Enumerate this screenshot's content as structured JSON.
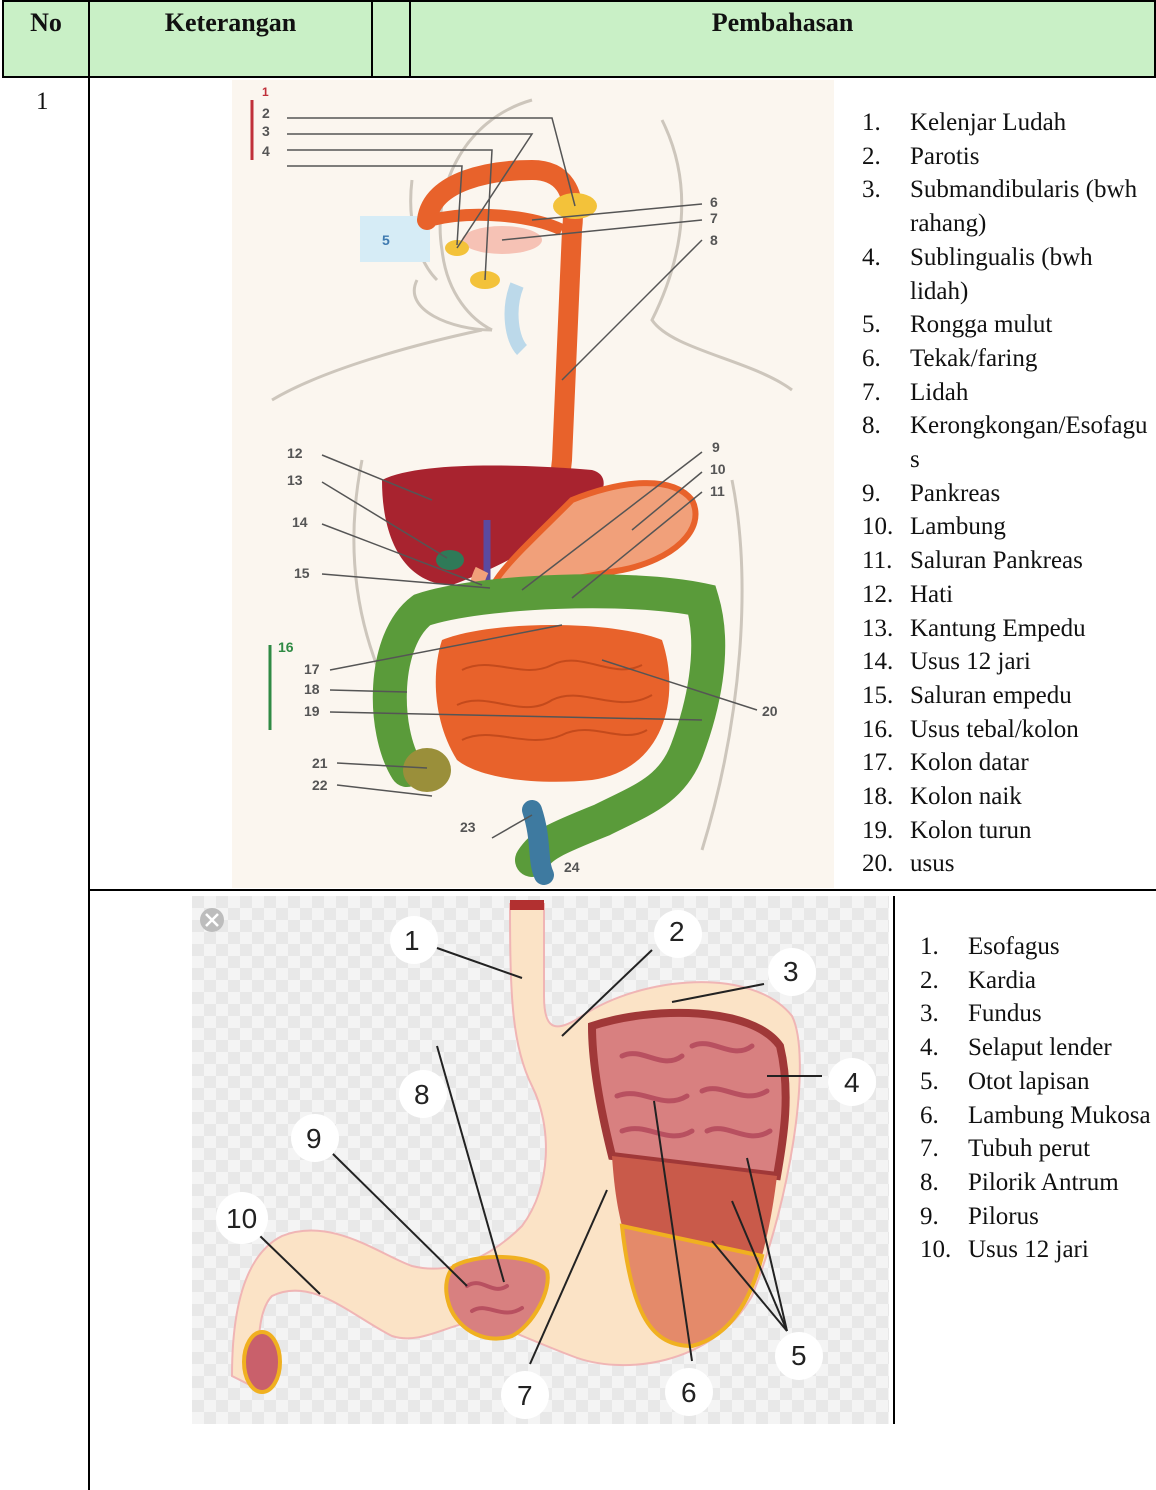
{
  "table": {
    "headers": {
      "no": "No",
      "keterangan": "Keterangan",
      "pembahasan": "Pembahasan"
    },
    "row1": {
      "no": "1",
      "figure_labels": [
        "1",
        "2",
        "3",
        "4",
        "5",
        "6",
        "7",
        "8",
        "9",
        "10",
        "11",
        "12",
        "13",
        "14",
        "15",
        "16",
        "17",
        "18",
        "19",
        "20",
        "21",
        "22",
        "23",
        "24"
      ],
      "items": [
        {
          "n": "1.",
          "t": "Kelenjar Ludah"
        },
        {
          "n": "2.",
          "t": "Parotis"
        },
        {
          "n": "3.",
          "t": "Submandibularis (bwh rahang)"
        },
        {
          "n": "4.",
          "t": "Sublingualis (bwh lidah)"
        },
        {
          "n": "5.",
          "t": "Rongga mulut"
        },
        {
          "n": "6.",
          "t": "Tekak/faring"
        },
        {
          "n": "7.",
          "t": "Lidah"
        },
        {
          "n": "8.",
          "t": "Kerongkongan/Esofagus"
        },
        {
          "n": "9.",
          "t": "Pankreas"
        },
        {
          "n": "10.",
          "t": "Lambung"
        },
        {
          "n": "11.",
          "t": "Saluran Pankreas"
        },
        {
          "n": "12.",
          "t": "Hati"
        },
        {
          "n": "13.",
          "t": "Kantung Empedu"
        },
        {
          "n": "14.",
          "t": "Usus 12 jari"
        },
        {
          "n": "15.",
          "t": "Saluran empedu"
        },
        {
          "n": "16.",
          "t": "Usus tebal/kolon"
        },
        {
          "n": "17.",
          "t": "Kolon datar"
        },
        {
          "n": "18.",
          "t": "Kolon naik"
        },
        {
          "n": "19.",
          "t": "Kolon turun"
        },
        {
          "n": "20.",
          "t": "usus"
        }
      ]
    },
    "row2": {
      "figure_labels": [
        "1",
        "2",
        "3",
        "4",
        "5",
        "6",
        "7",
        "8",
        "9",
        "10"
      ],
      "items": [
        {
          "n": "1.",
          "t": "Esofagus"
        },
        {
          "n": "2.",
          "t": "Kardia"
        },
        {
          "n": "3.",
          "t": "Fundus"
        },
        {
          "n": "4.",
          "t": "Selaput lender"
        },
        {
          "n": "5.",
          "t": "Otot lapisan"
        },
        {
          "n": "6.",
          "t": "Lambung Mukosa"
        },
        {
          "n": "7.",
          "t": "Tubuh perut"
        },
        {
          "n": "8.",
          "t": "Pilorik Antrum"
        },
        {
          "n": "9.",
          "t": "Pilorus"
        },
        {
          "n": "10.",
          "t": "Usus 12 jari"
        }
      ]
    }
  },
  "colors": {
    "header_bg": "#c9f0c6",
    "organ_orange": "#e8622b",
    "liver_red": "#a8232f",
    "colon_green": "#5a9b3a",
    "stomach_cream": "#fbe3c6",
    "mucosa_pink": "#c9606b"
  }
}
